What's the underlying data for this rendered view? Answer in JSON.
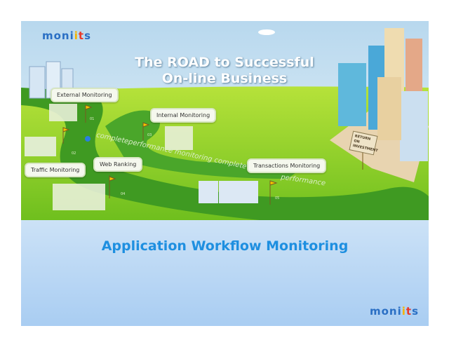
{
  "slide": {
    "logo": {
      "pre": "moni",
      "t": "t",
      "i": "i",
      "post": "s"
    },
    "title_line1": "The ROAD to Successful",
    "title_line2": "On-line Business",
    "road_text_1": "completeperformance monitoring complete",
    "road_text_2": "performance",
    "bubbles": [
      {
        "label": "External Monitoring",
        "num": "01"
      },
      {
        "label": "Traffic Monitoring",
        "num": "02"
      },
      {
        "label": "Internal Monitoring",
        "num": "03"
      },
      {
        "label": "Web Ranking",
        "num": "04"
      },
      {
        "label": "Transactions Monitoring",
        "num": "05"
      }
    ],
    "sign_text": "RETURN ON INVESTMENT",
    "caption": "Application Workflow Monitoring"
  }
}
